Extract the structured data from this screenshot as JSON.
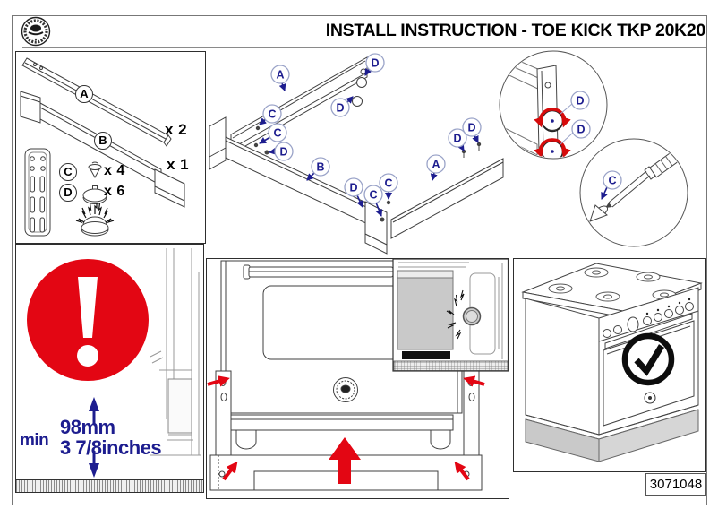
{
  "title": "INSTALL INSTRUCTION - TOE KICK TKP 20K20",
  "logo": {
    "name": "bertazzoni-badge"
  },
  "parts": {
    "a": {
      "letter": "A",
      "qty": "x 2"
    },
    "b": {
      "letter": "B",
      "qty": "x 1"
    },
    "c": {
      "letter": "C",
      "qty": "x 4"
    },
    "d": {
      "letter": "D",
      "qty": "x 6"
    }
  },
  "assembly": {
    "callouts": [
      {
        "letter": "A"
      },
      {
        "letter": "D"
      },
      {
        "letter": "D"
      },
      {
        "letter": "C"
      },
      {
        "letter": "C"
      },
      {
        "letter": "D"
      },
      {
        "letter": "B"
      },
      {
        "letter": "D"
      },
      {
        "letter": "C"
      },
      {
        "letter": "C"
      },
      {
        "letter": "A"
      },
      {
        "letter": "D"
      },
      {
        "letter": "D"
      }
    ]
  },
  "detail_rotate": {
    "callouts": [
      {
        "letter": "D"
      },
      {
        "letter": "D"
      }
    ]
  },
  "detail_screw": {
    "callouts": [
      {
        "letter": "C"
      }
    ]
  },
  "warning": {
    "min_label": "min",
    "value_metric": "98mm",
    "value_imperial": "3 7/8inches"
  },
  "part_number": "3071048",
  "icons": {
    "warning": "exclamation-warning-icon",
    "ok": "check-ok-icon",
    "lift": "red-up-arrow-icon",
    "rotate": "red-rotate-arrows-icon",
    "tool": "screwdriver-icon"
  },
  "colors": {
    "accent_red": "#e30613",
    "callout_navy": "#1d1d8f",
    "line": "#3f3f3f"
  }
}
